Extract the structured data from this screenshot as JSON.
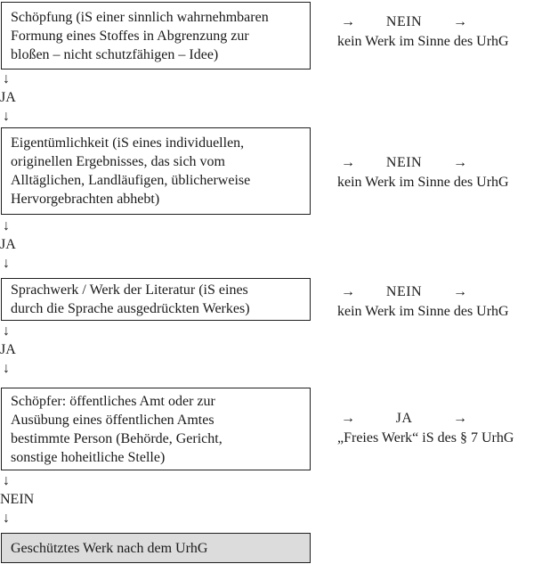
{
  "icons": {
    "arrow_down": "↓",
    "arrow_right": "→"
  },
  "colors": {
    "background": "#ffffff",
    "box_border": "#1f1f1f",
    "final_box_fill": "#dcdcdc",
    "text": "#1a1a1a"
  },
  "flow": {
    "steps": [
      {
        "box_lines": [
          "Schöpfung (iS einer sinnlich wahrnehmbaren",
          "Formung eines Stoffes in Abgrenzung zur",
          "bloßen – nicht schutzfähigen – Idee)"
        ],
        "connector_label": "JA",
        "branch_answer": "NEIN",
        "branch_result": "kein Werk im Sinne des UrhG"
      },
      {
        "box_lines": [
          "Eigentümlichkeit (iS eines individuellen,",
          "originellen Ergebnisses, das sich vom",
          "Alltäglichen, Landläufigen, üblicherweise",
          "Hervorgebrachten abhebt)"
        ],
        "connector_label": "JA",
        "branch_answer": "NEIN",
        "branch_result": "kein Werk im Sinne des UrhG"
      },
      {
        "box_lines": [
          "Sprachwerk / Werk der Literatur (iS eines",
          "durch die Sprache ausgedrückten Werkes)"
        ],
        "connector_label": "JA",
        "branch_answer": "NEIN",
        "branch_result": "kein Werk im Sinne des UrhG"
      },
      {
        "box_lines": [
          "Schöpfer: öffentliches Amt oder zur",
          "Ausübung eines öffentlichen Amtes",
          "bestimmte Person (Behörde, Gericht,",
          "sonstige hoheitliche Stelle)"
        ],
        "connector_label": "NEIN",
        "branch_answer": "JA",
        "branch_result": "„Freies Werk“ iS des § 7 UrhG"
      }
    ],
    "final_box": "Geschütztes Werk nach dem UrhG"
  }
}
